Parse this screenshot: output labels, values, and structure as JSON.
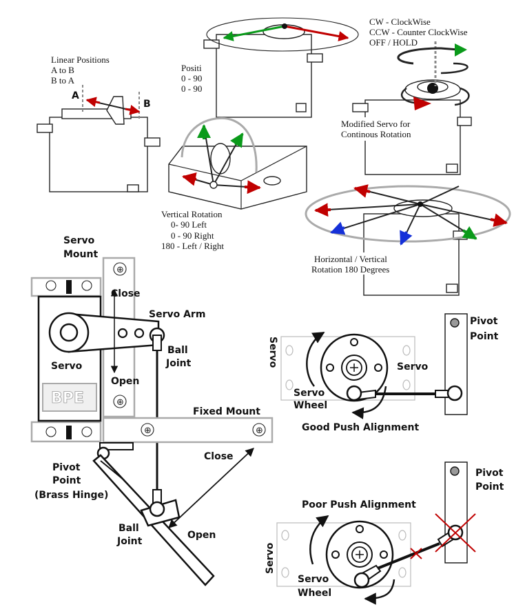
{
  "colors": {
    "red": "#c00000",
    "green": "#0a9a1a",
    "blue": "#1530d8",
    "gray": "#a8a8a8"
  },
  "top": {
    "linear": {
      "title": "Linear Positions",
      "line1": "A to B",
      "line2": "B to A",
      "label_a": "A",
      "label_b": "B"
    },
    "positional": {
      "title": "Positi",
      "line1": "0 - 90",
      "line2": "0 - 90"
    },
    "continuous": {
      "line1": "CW - ClockWise",
      "line2": "CCW - Counter ClockWise",
      "line3": "OFF / HOLD",
      "caption1": "Modified Servo for",
      "caption2": "Continous Rotation"
    },
    "vertical": {
      "title": "Vertical Rotation",
      "line1": "0- 90 Left",
      "line2": "0 - 90 Right",
      "line3": "180 - Left / Right"
    },
    "horizontal": {
      "line1": "Horizontal / Vertical",
      "line2": "Rotation 180 Degrees"
    }
  },
  "mount_diagram": {
    "servo_mount": [
      "Servo",
      "Mount"
    ],
    "close_top": "Close",
    "servo_arm": "Servo Arm",
    "ball_joint_top": [
      "Ball",
      "Joint"
    ],
    "servo": "Servo",
    "open_label": "Open",
    "logo": "BPE",
    "fixed_mount": "Fixed Mount",
    "close_right": "Close",
    "pivot_point": [
      "Pivot",
      "Point",
      "(Brass Hinge)"
    ],
    "ball_joint_bottom": [
      "Ball",
      "Joint"
    ],
    "open_bottom": "Open"
  },
  "good_alignment": {
    "servo_side": "Servo",
    "servo_inner": "Servo",
    "servo_wheel": [
      "Servo",
      "Wheel"
    ],
    "pivot_point": [
      "Pivot",
      "Point"
    ],
    "caption": "Good Push Alignment"
  },
  "poor_alignment": {
    "caption": "Poor Push Alignment",
    "pivot_point": [
      "Pivot",
      "Point"
    ],
    "servo_side": "Servo",
    "servo_wheel": [
      "Servo",
      "Wheel"
    ]
  }
}
